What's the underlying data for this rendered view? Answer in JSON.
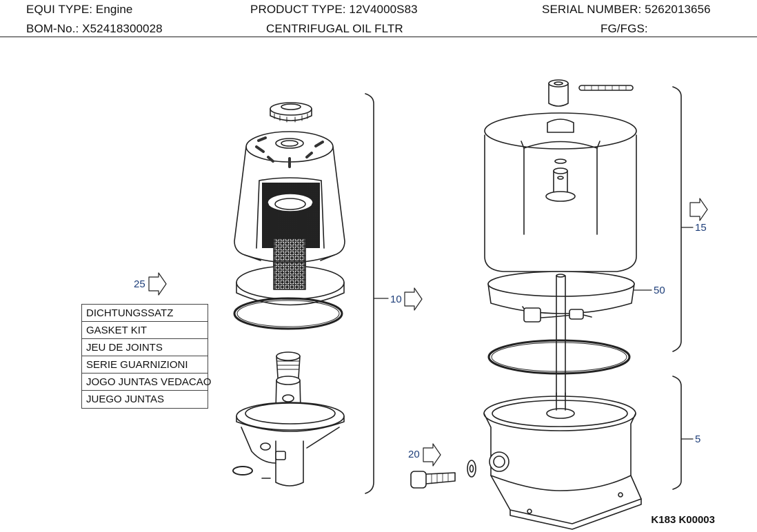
{
  "header": {
    "equi_type": "EQUI TYPE:  Engine",
    "product_type": "PRODUCT TYPE:  12V4000S83",
    "serial_number": "SERIAL NUMBER:  5262013656",
    "bom_no": "BOM-No.:   X52418300028",
    "description": "CENTRIFUGAL OIL FLTR",
    "fg_fgs": "FG/FGS:"
  },
  "callouts": {
    "c25": "25",
    "c10": "10",
    "c15": "15",
    "c50": "50",
    "c5": "5",
    "c20": "20"
  },
  "legend": [
    "DICHTUNGSSATZ",
    "GASKET KIT",
    "JEU DE JOINTS",
    "SERIE GUARNIZIONI",
    "JOGO JUNTAS VEDACAO",
    "JUEGO JUNTAS"
  ],
  "figure_ref": "K183 K00003",
  "colors": {
    "callout": "#1f3f7a",
    "line": "#222222"
  }
}
